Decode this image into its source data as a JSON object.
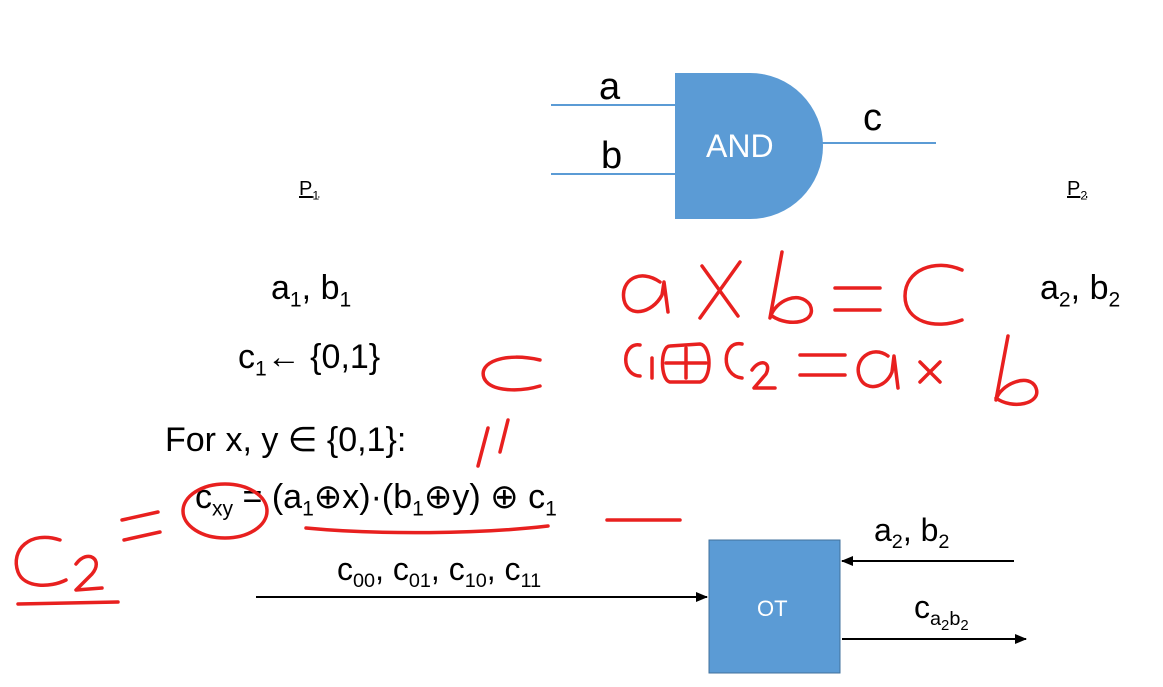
{
  "gate": {
    "label": "AND",
    "input_a": "a",
    "input_b": "b",
    "output": "c",
    "fill": "#5b9bd5",
    "wire_color": "#5b9bd5"
  },
  "parties": {
    "p1": {
      "name": "P",
      "sub": "1"
    },
    "p2": {
      "name": "P",
      "sub": "2"
    }
  },
  "p1": {
    "inputs_a": "a",
    "inputs_a_sub": "1",
    "inputs_sep": ", ",
    "inputs_b": "b",
    "inputs_b_sub": "1",
    "c_name": "c",
    "c_sub": "1",
    "c_assign": "← {0,1}",
    "loop_text": "For x, y ∈ {0,1}:",
    "eq_c": "c",
    "eq_c_sub": "xy",
    "eq_eq": " = (a",
    "eq_a_sub": "1",
    "eq_mid1": "⊕x)·(b",
    "eq_b_sub": "1",
    "eq_mid2": "⊕y) ⊕ c",
    "eq_c1_sub": "1"
  },
  "p2": {
    "inputs_a": "a",
    "inputs_a_sub": "2",
    "inputs_sep": ", ",
    "inputs_b": "b",
    "inputs_b_sub": "2"
  },
  "ot": {
    "label": "OT",
    "fill": "#5b9bd5",
    "left_msg": {
      "c00": "00",
      "c01": "01",
      "c10": "10",
      "c11": "11",
      "sep": ", ",
      "c": "c"
    },
    "right_in": {
      "a": "a",
      "a_sub": "2",
      "sep": ", ",
      "b": "b",
      "b_sub": "2"
    },
    "right_out": {
      "c": "c",
      "sub_a": "a",
      "sub_a2": "2",
      "sub_b": "b",
      "sub_b2": "2"
    }
  },
  "annotations": {
    "color": "#e8201f",
    "line1": "a × b = c",
    "line2": "c₁ ⊕ c₂ = a × b",
    "c_mark": "c",
    "slash_mark": "//",
    "c2_left": "c₂ ="
  }
}
